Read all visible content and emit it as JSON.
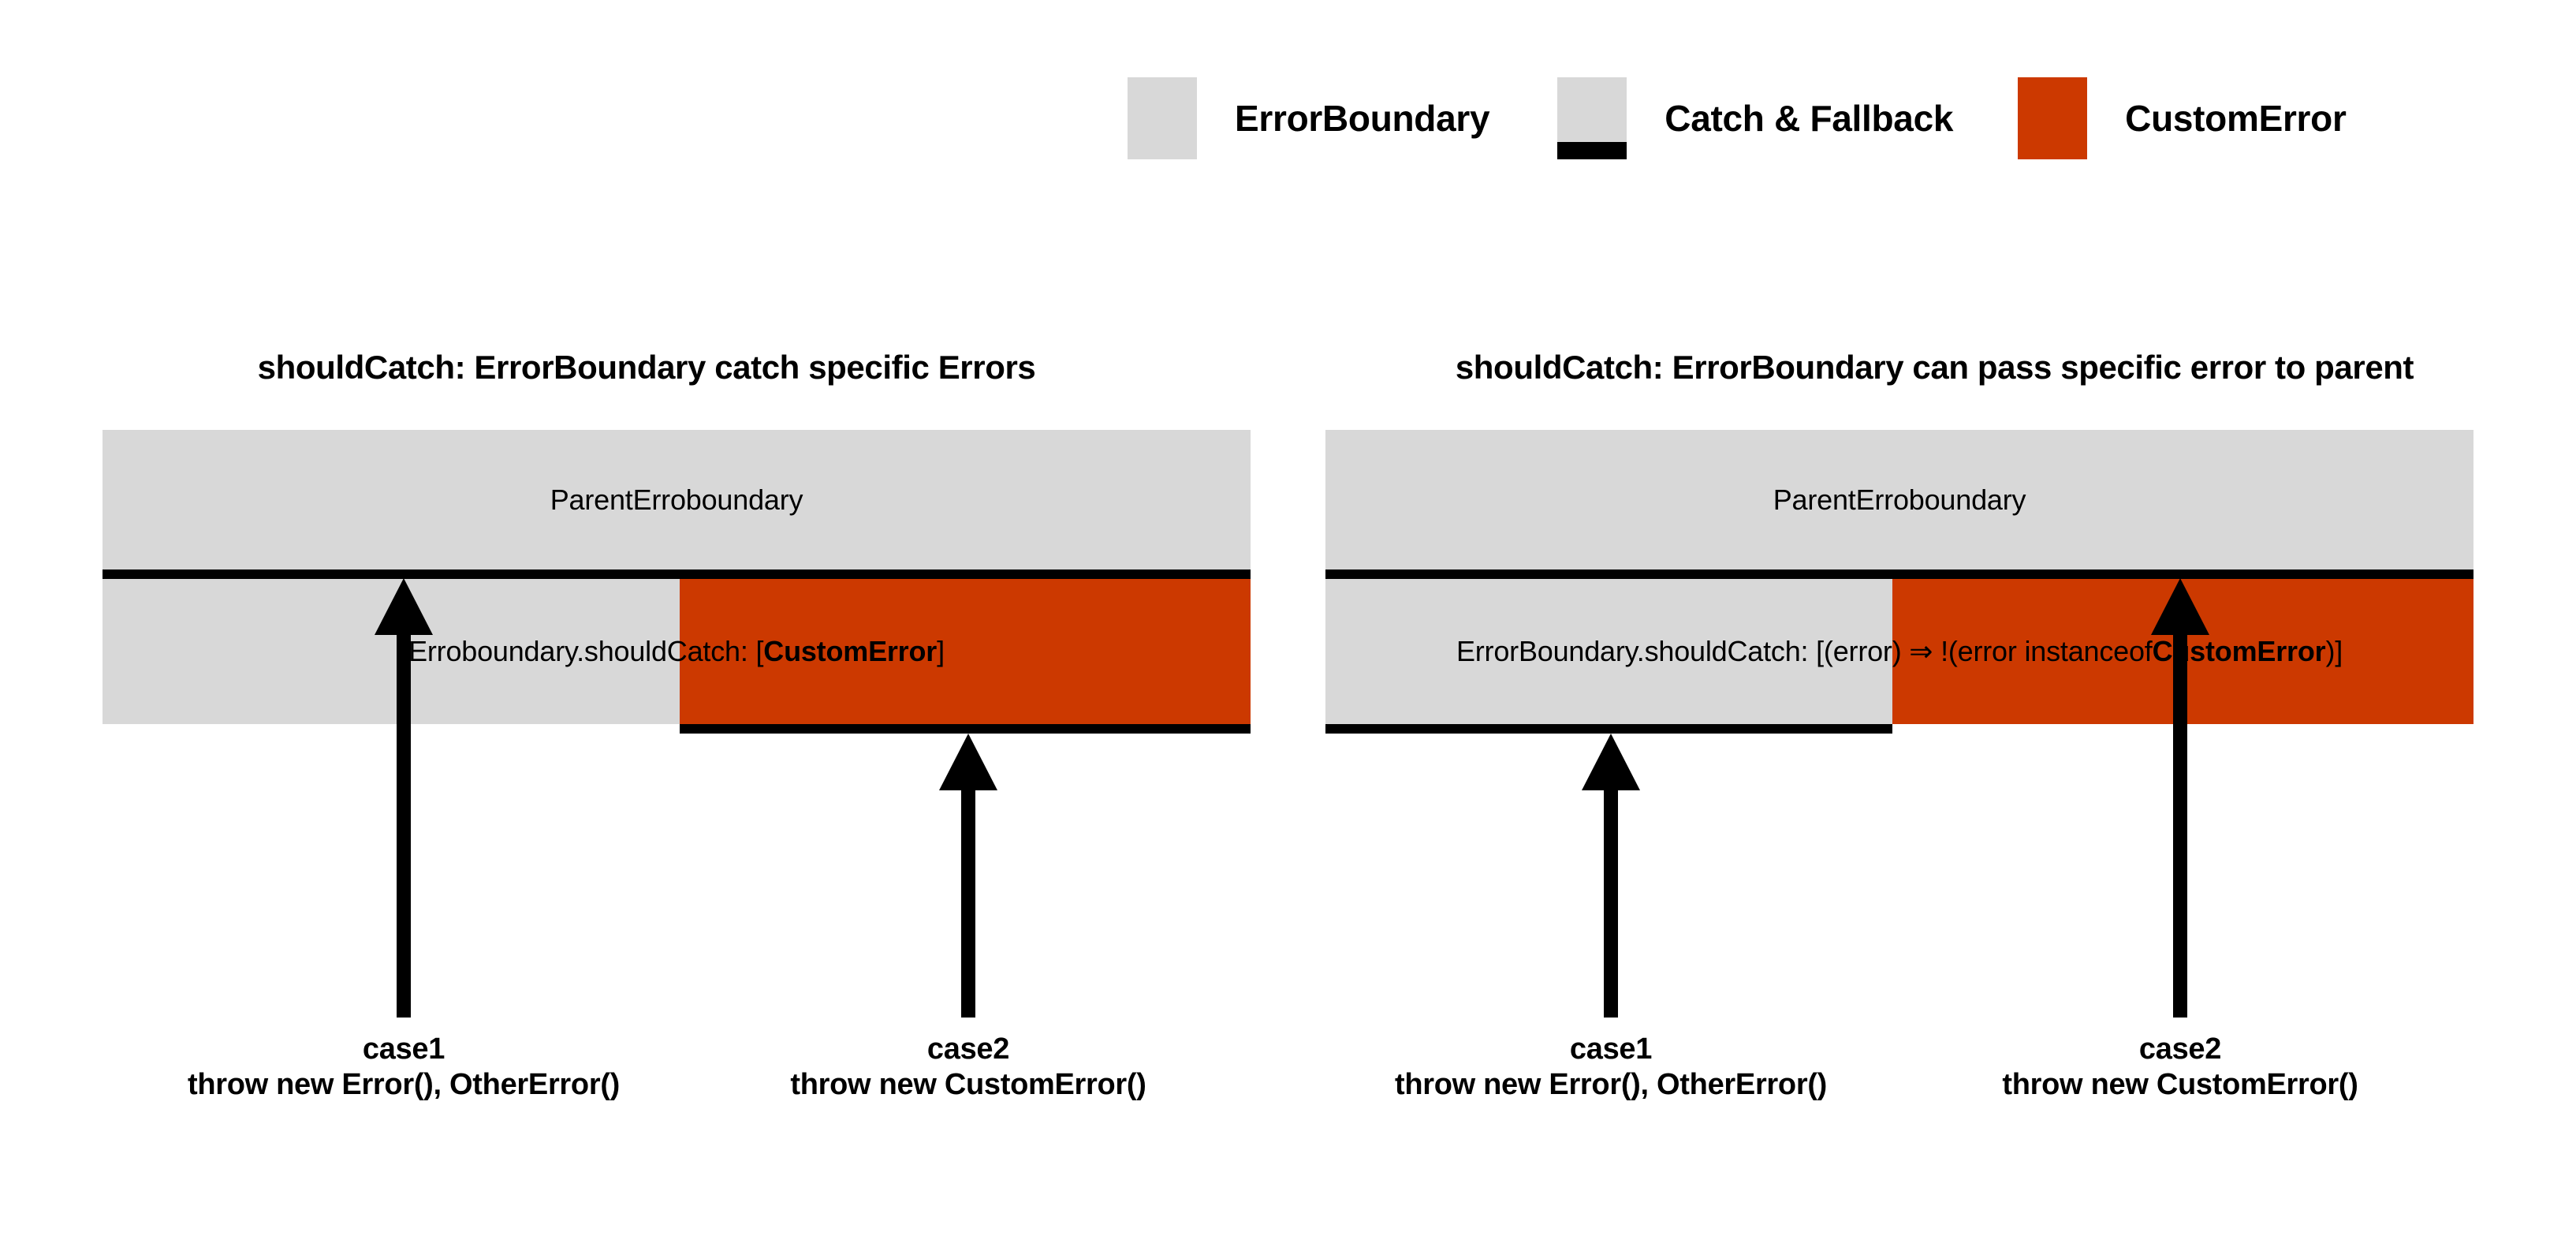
{
  "colors": {
    "boundary_gray": "#d8d8d8",
    "custom_error_orange": "#cc3900",
    "catch_bar_black": "#000000",
    "background": "#ffffff"
  },
  "legend": {
    "items": [
      {
        "label": "ErrorBoundary",
        "swatch": "gray-swatch",
        "color": "#d8d8d8"
      },
      {
        "label": "Catch & Fallback",
        "swatch": "gray-swatch-with-black-bar",
        "color": "#d8d8d8"
      },
      {
        "label": "CustomError",
        "swatch": "orange-swatch",
        "color": "#cc3900"
      }
    ]
  },
  "panels": [
    {
      "title": "shouldCatch: ErrorBoundary catch specific Errors",
      "parent_box_label": "ParentErroboundary",
      "child_label_prefix": "Erroboundary.shouldCatch: [",
      "child_label_bold": "CustomError",
      "child_label_suffix": "]",
      "catch_region": "gray-left",
      "cases": [
        {
          "name": "case1",
          "code": "throw new Error(), OtherError()"
        },
        {
          "name": "case2",
          "code": "throw new CustomError()"
        }
      ]
    },
    {
      "title": "shouldCatch: ErrorBoundary can pass specific error to parent",
      "parent_box_label": "ParentErroboundary",
      "child_label_prefix": "ErrorBoundary.shouldCatch: [(error) ⇒ !(error instanceof ",
      "child_label_bold": "CustomError",
      "child_label_suffix": ")]",
      "catch_region": "gray-left",
      "cases": [
        {
          "name": "case1",
          "code": "throw new Error(), OtherError()"
        },
        {
          "name": "case2",
          "code": "throw new CustomError()"
        }
      ]
    }
  ]
}
